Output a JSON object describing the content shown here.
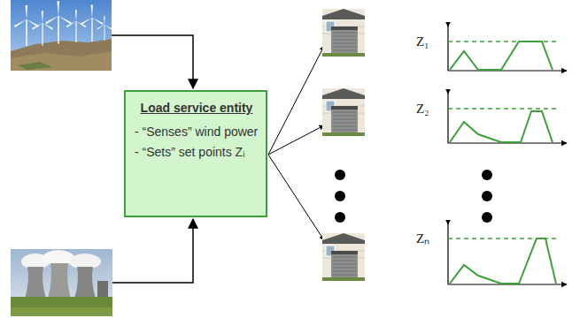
{
  "diagram": {
    "nodes": [
      {
        "text": [
          "Load service entity",
          "- “Senses” wind power",
          "- “Sets” set points Zᵢ"
        ]
      }
    ],
    "labels": [
      "Z₁",
      "Z₂",
      "Zₙ"
    ]
  }
}
